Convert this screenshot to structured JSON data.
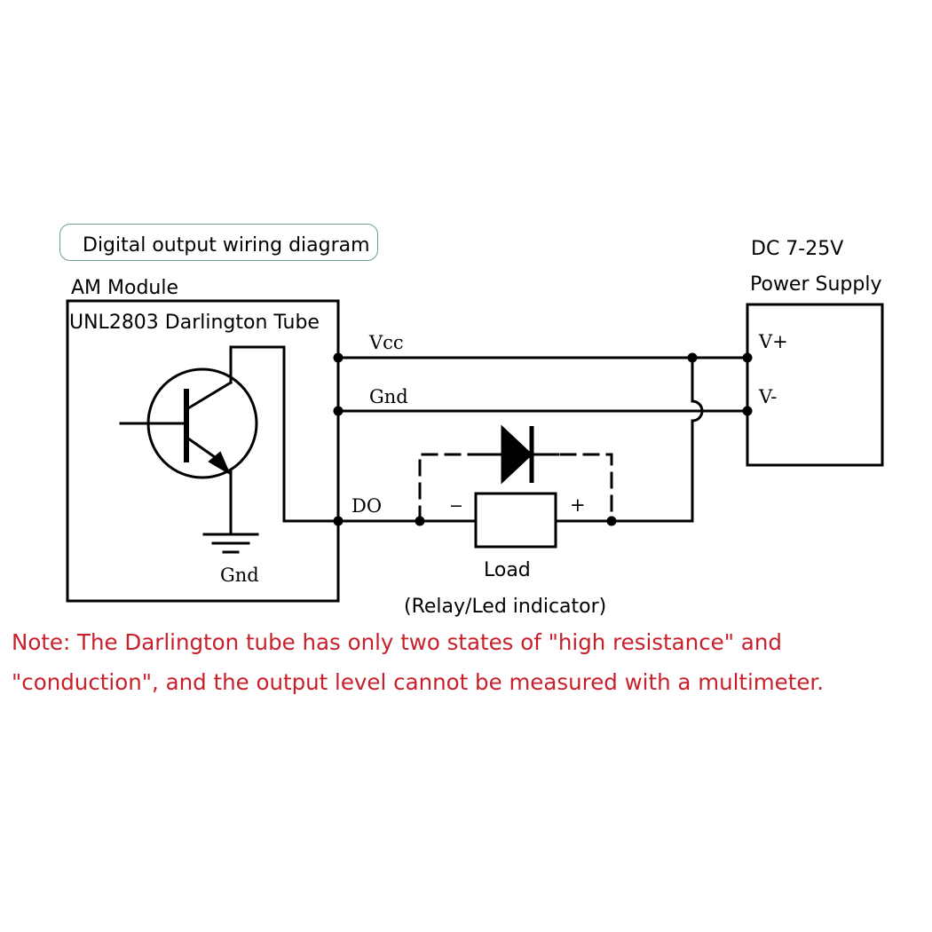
{
  "title": "Digital output wiring diagram",
  "module": {
    "name": "AM Module",
    "component": "UNL2803 Darlington Tube",
    "ground_label": "Gnd"
  },
  "power_supply": {
    "line1": "DC 7-25V",
    "line2": "Power Supply",
    "pos_terminal": "V+",
    "neg_terminal": "V-"
  },
  "wires": {
    "vcc": "Vcc",
    "gnd": "Gnd",
    "do": "DO"
  },
  "load": {
    "label": "Load",
    "sublabel": "(Relay/Led indicator)",
    "minus": "−",
    "plus": "+"
  },
  "note": {
    "line1": "Note: The Darlington tube has only two states of \"high resistance\" and",
    "line2": "\"conduction\", and the output level cannot be measured with a multimeter.",
    "color": "#c8202a"
  },
  "colors": {
    "line": "#000000",
    "title_border": "#6aa383"
  }
}
